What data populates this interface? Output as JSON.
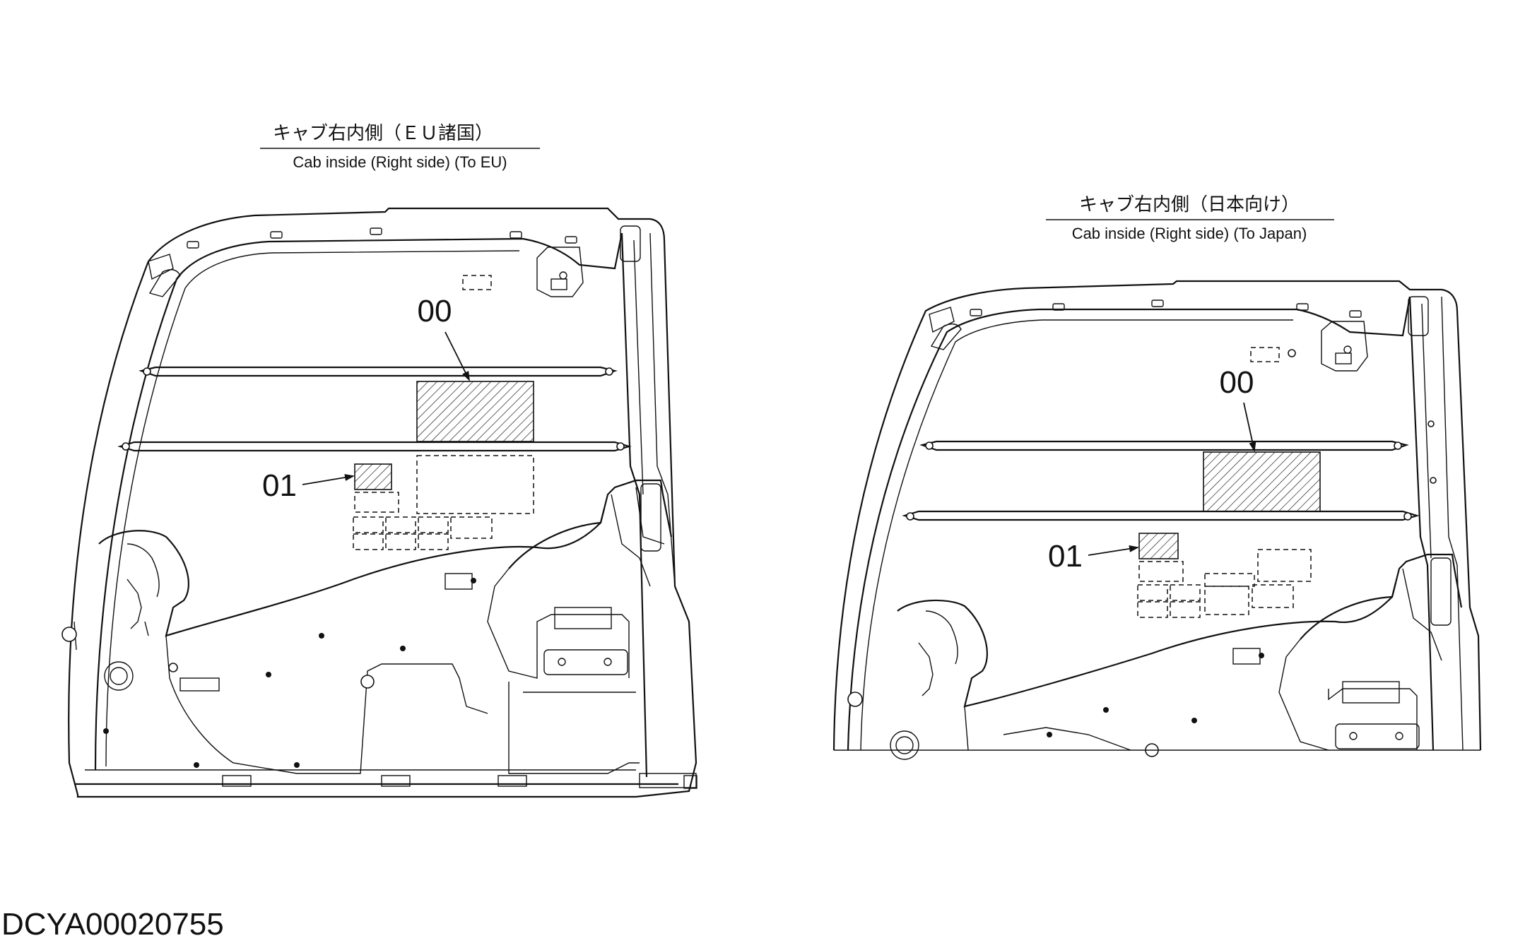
{
  "views": [
    {
      "title_ja": "キャブ右内側（ＥＵ諸国）",
      "title_en": "Cab inside (Right side) (To EU)",
      "callouts": [
        "00",
        "01"
      ]
    },
    {
      "title_ja": "キャブ右内側（日本向け）",
      "title_en": "Cab inside (Right side) (To Japan)",
      "callouts": [
        "00",
        "01"
      ]
    }
  ],
  "document_id": "DCYA00020755",
  "colors": {
    "line": "#111111",
    "background": "#ffffff"
  }
}
